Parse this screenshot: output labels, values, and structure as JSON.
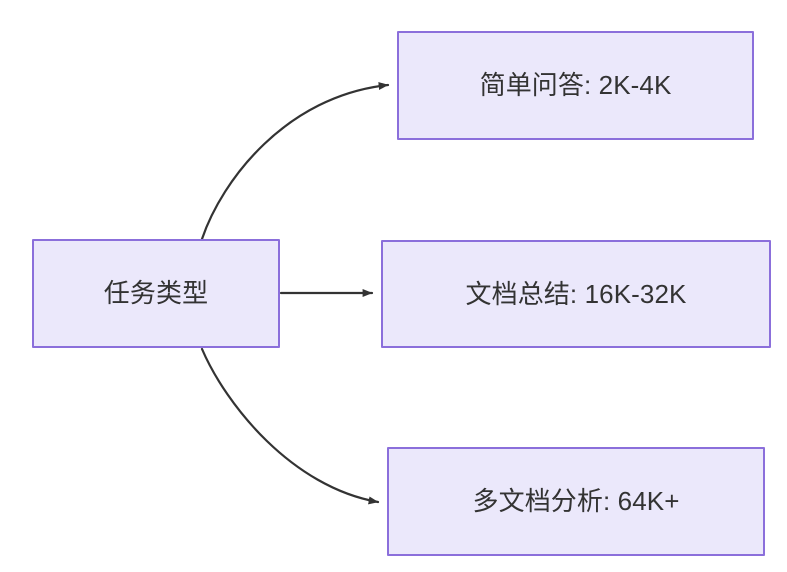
{
  "diagram": {
    "type": "flowchart",
    "direction": "left-to-right",
    "background_color": "#ffffff",
    "node_fill_color": "#ebe8fb",
    "node_border_color": "#8b6fdb",
    "node_text_color": "#333333",
    "edge_color": "#333333",
    "root": {
      "id": "root",
      "label": "任务类型"
    },
    "branches": [
      {
        "id": "simple-qa",
        "label": "简单问答: 2K-4K",
        "task": "简单问答",
        "context_length": "2K-4K",
        "edge_style": "curved-up",
        "arrowhead": "triangle-filled"
      },
      {
        "id": "doc-summary",
        "label": "文档总结: 16K-32K",
        "task": "文档总结",
        "context_length": "16K-32K",
        "edge_style": "straight",
        "arrowhead": "triangle-filled"
      },
      {
        "id": "multi-doc",
        "label": "多文档分析: 64K+",
        "task": "多文档分析",
        "context_length": "64K+",
        "edge_style": "curved-down",
        "arrowhead": "triangle-filled"
      }
    ]
  }
}
